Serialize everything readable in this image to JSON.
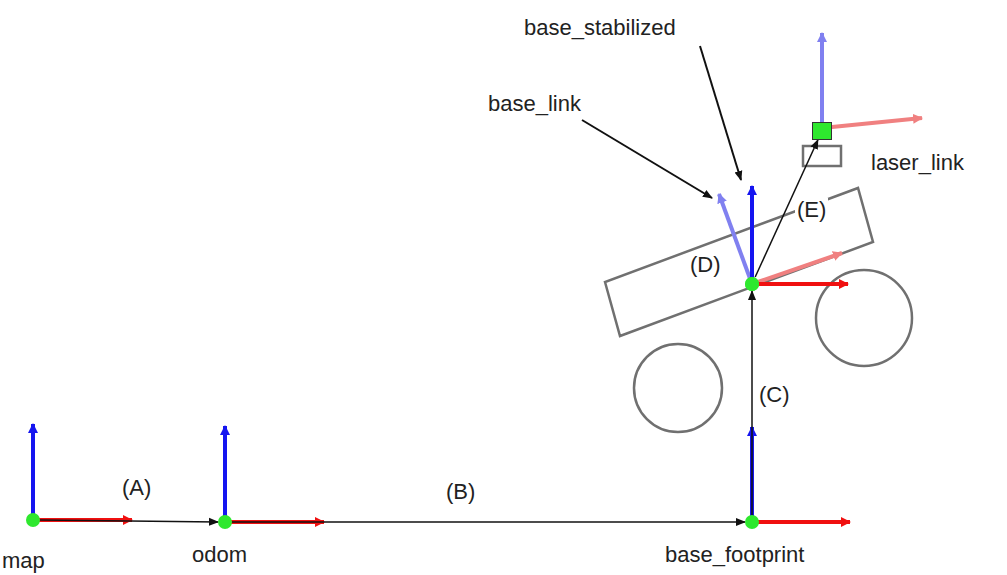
{
  "diagram": {
    "nodes": [
      {
        "text": [
          "map"
        ]
      },
      {
        "text": [
          "odom"
        ]
      },
      {
        "text": [
          "base_footprint"
        ]
      },
      {
        "text": [
          "base_stabilized"
        ]
      },
      {
        "text": [
          "base_link"
        ]
      },
      {
        "text": [
          "laser_link"
        ]
      }
    ],
    "edges": [
      {
        "from": 0,
        "to": 1,
        "arrow": "to",
        "label": "(A)"
      },
      {
        "from": 1,
        "to": 2,
        "arrow": "to",
        "label": "(B)"
      },
      {
        "from": 2,
        "to": 3,
        "arrow": "to",
        "label": "(C)"
      },
      {
        "from": 3,
        "to": 5,
        "arrow": "to",
        "label": "(E)"
      }
    ],
    "labels": [
      "(D)"
    ]
  }
}
